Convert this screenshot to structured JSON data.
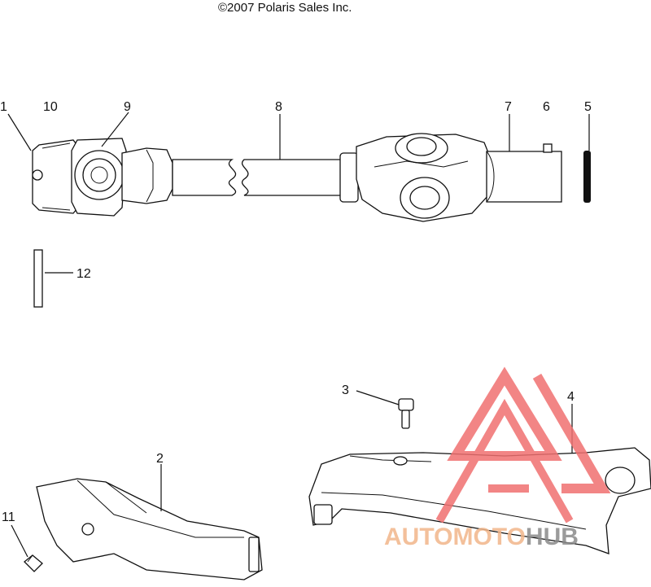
{
  "copyright": "©2007 Polaris Sales Inc.",
  "callouts": [
    "1",
    "10",
    "9",
    "8",
    "7",
    "6",
    "5",
    "12",
    "3",
    "4",
    "2",
    "11"
  ],
  "watermark": {
    "part1": "AUTO",
    "part2": "MOTO",
    "part3": "HUB",
    "colors": {
      "logo": "#f07070",
      "text_light": "#f2b68a",
      "text_dark": "#8a8a8a"
    }
  }
}
